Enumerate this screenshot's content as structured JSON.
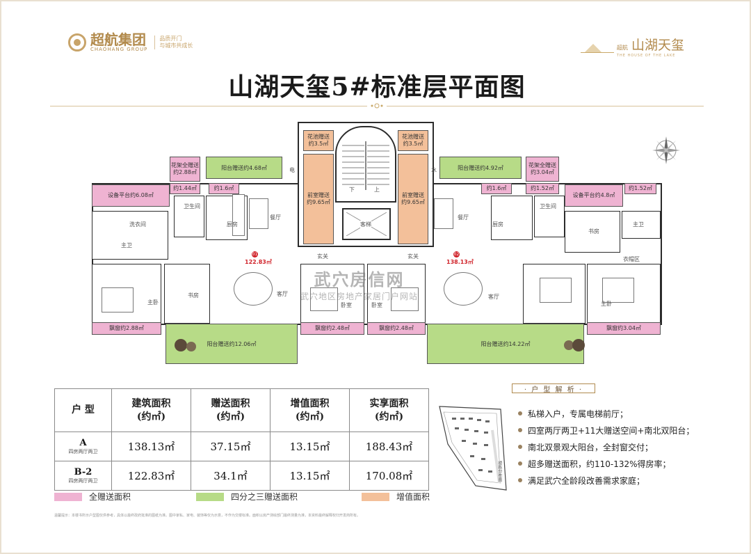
{
  "header": {
    "brand_name": "超航集团",
    "brand_en": "CHAOHANG GROUP",
    "brand_slogan_1": "品质开门",
    "brand_slogan_2": "与城市共成长",
    "project_name": "山湖天玺",
    "project_small": "超航",
    "project_en": "THE HOUSE OF THE LAKE"
  },
  "title": "山湖天玺5#标准层平面图",
  "plan": {
    "labels": {
      "garden_l": "花池赠送\n约3.5㎡",
      "garden_r": "花池赠送\n约3.5㎡",
      "flowerrack_l": "花架全赠送\n约2.88㎡",
      "flowerrack_r": "花架全赠送\n约3.04㎡",
      "balcony_n_l": "阳台赠送约4.68㎡",
      "balcony_n_r": "阳台赠送约4.92㎡",
      "equip_l": "设备平台约6.08㎡",
      "equip_r": "设备平台约4.8㎡",
      "small_144": "约1.44㎡",
      "small_16_l": "约1.6㎡",
      "small_16_r": "约1.6㎡",
      "small_152_a": "约1.52㎡",
      "small_152_b": "约1.52㎡",
      "front_l": "前室赠送\n约9.65㎡",
      "front_r": "前室赠送\n约9.65㎡",
      "elec": "电",
      "water": "水",
      "down": "下",
      "up": "上",
      "elevator": "客梯",
      "bath_l": "卫生间",
      "bath_r": "卫生间",
      "kitchen_l": "厨房",
      "kitchen_r": "厨房",
      "dining_l": "餐厅",
      "dining_r": "餐厅",
      "laundry": "洗衣间",
      "wardrobe": "衣帽区",
      "toilet_l": "主卫",
      "toilet_r": "主卫",
      "entry_l": "玄关",
      "entry_r": "玄关",
      "master_l": "主卧",
      "master_r": "主卧",
      "study_l": "书房",
      "study_r": "书房",
      "living_l": "客厅",
      "living_r": "客厅",
      "bed_l": "卧室",
      "bed_r": "卧室",
      "bay_l": "飘窗约2.88㎡",
      "bay_ml": "飘窗约2.48㎡",
      "bay_mr": "飘窗约2.48㎡",
      "bay_r": "飘窗约3.04㎡",
      "balcony_s_l": "阳台赠送约12.06㎡",
      "balcony_s_r": "阳台赠送约14.22㎡",
      "unit_b_area": "122.83㎡",
      "unit_a_area": "138.13㎡",
      "unit_b_no": "01",
      "unit_a_no": "02"
    },
    "watermark_1": "武穴房信网",
    "watermark_2": "武穴地区房地产家居门户网站"
  },
  "table": {
    "headers": [
      "户  型",
      "建筑面积\n(约㎡)",
      "赠送面积\n(约㎡)",
      "增值面积\n(约㎡)",
      "实享面积\n(约㎡)"
    ],
    "rows": [
      {
        "type": "A",
        "sub": "四房两厅两卫",
        "build": "138.13㎡",
        "gift": "37.15㎡",
        "value": "13.15㎡",
        "total": "188.43㎡"
      },
      {
        "type": "B-2",
        "sub": "四房两厅两卫",
        "build": "122.83㎡",
        "gift": "34.1㎡",
        "value": "13.15㎡",
        "total": "170.08㎡"
      }
    ]
  },
  "legend": {
    "full_gift": "全赠送面积",
    "three_quarter": "四分之三赠送面积",
    "value_added": "增值面积"
  },
  "analysis": {
    "heading": "· 户 型 解 析 ·",
    "items": [
      "私梯入户，专属电梯前厅；",
      "四室两厅两卫+11大赠送空间+南北双阳台；",
      "南北双景观大阳台，全封窗交付；",
      "超多赠送面积，约110-132%得房率；",
      "满足武穴全龄段改善需求家庭；"
    ],
    "sitemap_label": "楼栋分布图"
  },
  "footnote": "温馨提示：本楼书所示户型图仅供参考，具体以最终政府批准的图纸为准。图中家私、家电、装饰等仅为示意，不作为交楼标准。面积以房产测绘部门最终测量为准，本资料最终解释权归开发商所有。",
  "colors": {
    "pink": "#efb3d2",
    "green": "#b7db87",
    "orange": "#f3c09a",
    "gold": "#b28a4c"
  }
}
